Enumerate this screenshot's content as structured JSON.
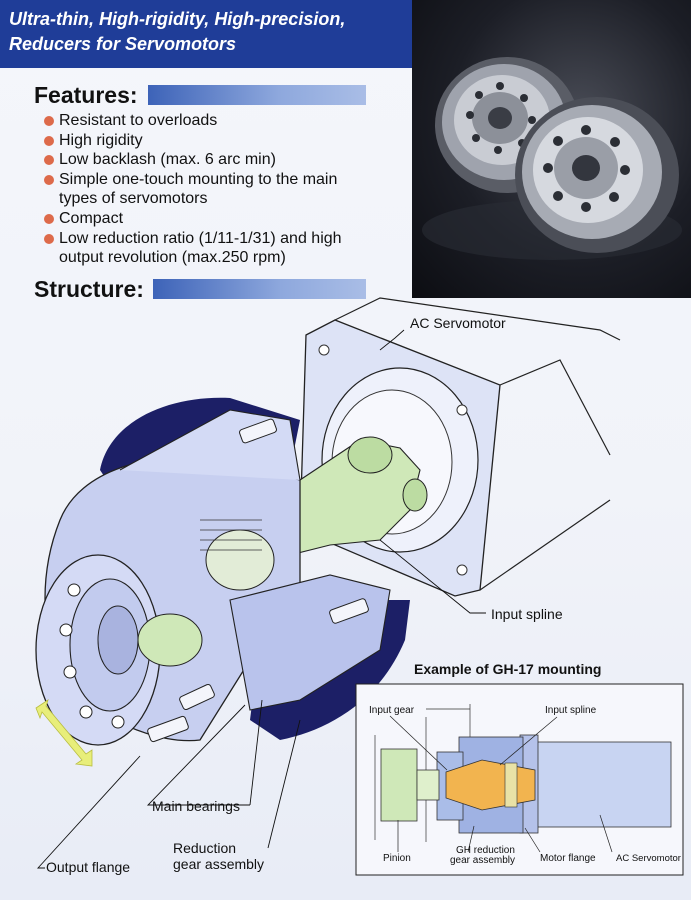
{
  "banner": {
    "line1": "Ultra-thin, High-rigidity, High-precision,",
    "line2": "Reducers for Servomotors"
  },
  "features": {
    "heading": "Features:",
    "items": [
      "Resistant to overloads",
      "High rigidity",
      "Low backlash (max. 6 arc min)",
      "Simple one-touch mounting to the main types of servomotors",
      "Compact",
      "Low reduction ratio (1/11-1/31) and high output revolution (max.250 rpm)"
    ]
  },
  "structure": {
    "heading": "Structure:",
    "labels": {
      "ac_servomotor": "AC Servomotor",
      "input_spline": "Input spline",
      "main_bearings": "Main bearings",
      "reduction_line1": "Reduction",
      "reduction_line2": "gear assembly",
      "output_flange": "Output flange"
    }
  },
  "example": {
    "title": "Example of GH-17 mounting",
    "labels": {
      "input_gear": "Input gear",
      "input_spline": "Input spline",
      "pinion": "Pinion",
      "gh_line1": "GH reduction",
      "gh_line2": "gear assembly",
      "motor_flange": "Motor flange",
      "ac_servomotor": "AC Servomotor"
    }
  },
  "colors": {
    "banner": "#1f3d98",
    "bullet": "#dd6a4a",
    "heading_bar": "#6f8fd0",
    "part_blue": "#c7cff0",
    "part_green": "#cfe8b8",
    "casing_navy": "#1c1f66",
    "arrow": "#e8ee7a"
  }
}
